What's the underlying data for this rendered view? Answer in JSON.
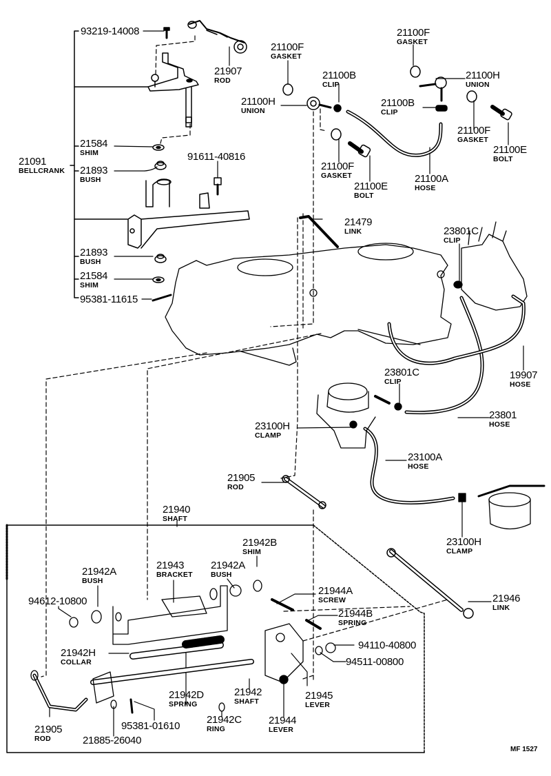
{
  "diagram": {
    "code": "MF 1527",
    "parts": [
      {
        "id": "p93219",
        "number": "93219-14008",
        "name": ""
      },
      {
        "id": "p21907",
        "number": "21907",
        "name": "ROD"
      },
      {
        "id": "p21100F_a",
        "number": "21100F",
        "name": "GASKET"
      },
      {
        "id": "p21100F_b",
        "number": "21100F",
        "name": "GASKET"
      },
      {
        "id": "p21100B_a",
        "number": "21100B",
        "name": "CLIP"
      },
      {
        "id": "p21100H_a",
        "number": "21100H",
        "name": "UNION"
      },
      {
        "id": "p21100H_b",
        "number": "21100H",
        "name": "UNION"
      },
      {
        "id": "p21100B_b",
        "number": "21100B",
        "name": "CLIP"
      },
      {
        "id": "p21100F_c",
        "number": "21100F",
        "name": "GASKET"
      },
      {
        "id": "p21100F_d",
        "number": "21100F",
        "name": "GASKET"
      },
      {
        "id": "p21100E_a",
        "number": "21100E",
        "name": "BOLT"
      },
      {
        "id": "p21100E_b",
        "number": "21100E",
        "name": "BOLT"
      },
      {
        "id": "p21100A",
        "number": "21100A",
        "name": "HOSE"
      },
      {
        "id": "p21584_a",
        "number": "21584",
        "name": "SHIM"
      },
      {
        "id": "p21091",
        "number": "21091",
        "name": "BELLCRANK"
      },
      {
        "id": "p21893_a",
        "number": "21893",
        "name": "BUSH"
      },
      {
        "id": "p91611",
        "number": "91611-40816",
        "name": ""
      },
      {
        "id": "p21479",
        "number": "21479",
        "name": "LINK"
      },
      {
        "id": "p23801C_a",
        "number": "23801C",
        "name": "CLIP"
      },
      {
        "id": "p21893_b",
        "number": "21893",
        "name": "BUSH"
      },
      {
        "id": "p21584_b",
        "number": "21584",
        "name": "SHIM"
      },
      {
        "id": "p95381_a",
        "number": "95381-11615",
        "name": ""
      },
      {
        "id": "p19907",
        "number": "19907",
        "name": "HOSE"
      },
      {
        "id": "p23801C_b",
        "number": "23801C",
        "name": "CLIP"
      },
      {
        "id": "p23801",
        "number": "23801",
        "name": "HOSE"
      },
      {
        "id": "p23100H_a",
        "number": "23100H",
        "name": "CLAMP"
      },
      {
        "id": "p23100A",
        "number": "23100A",
        "name": "HOSE"
      },
      {
        "id": "p21905_a",
        "number": "21905",
        "name": "ROD"
      },
      {
        "id": "p23100H_b",
        "number": "23100H",
        "name": "CLAMP"
      },
      {
        "id": "p21940",
        "number": "21940",
        "name": "SHAFT"
      },
      {
        "id": "p21942B",
        "number": "21942B",
        "name": "SHIM"
      },
      {
        "id": "p21942A_a",
        "number": "21942A",
        "name": "BUSH"
      },
      {
        "id": "p21943",
        "number": "21943",
        "name": "BRACKET"
      },
      {
        "id": "p21942A_b",
        "number": "21942A",
        "name": "BUSH"
      },
      {
        "id": "p94612",
        "number": "94612-10800",
        "name": ""
      },
      {
        "id": "p21944A",
        "number": "21944A",
        "name": "SCREW"
      },
      {
        "id": "p21946",
        "number": "21946",
        "name": "LINK"
      },
      {
        "id": "p21944B",
        "number": "21944B",
        "name": "SPRING"
      },
      {
        "id": "p21942H",
        "number": "21942H",
        "name": "COLLAR"
      },
      {
        "id": "p94110",
        "number": "94110-40800",
        "name": ""
      },
      {
        "id": "p94511",
        "number": "94511-00800",
        "name": ""
      },
      {
        "id": "p21942D",
        "number": "21942D",
        "name": "SPRING"
      },
      {
        "id": "p21942",
        "number": "21942",
        "name": "SHAFT"
      },
      {
        "id": "p21945",
        "number": "21945",
        "name": "LEVER"
      },
      {
        "id": "p95381_b",
        "number": "95381-01610",
        "name": ""
      },
      {
        "id": "p21942C",
        "number": "21942C",
        "name": "RING"
      },
      {
        "id": "p21944",
        "number": "21944",
        "name": "LEVER"
      },
      {
        "id": "p21905_b",
        "number": "21905",
        "name": "ROD"
      },
      {
        "id": "p21885",
        "number": "21885-26040",
        "name": ""
      }
    ]
  }
}
